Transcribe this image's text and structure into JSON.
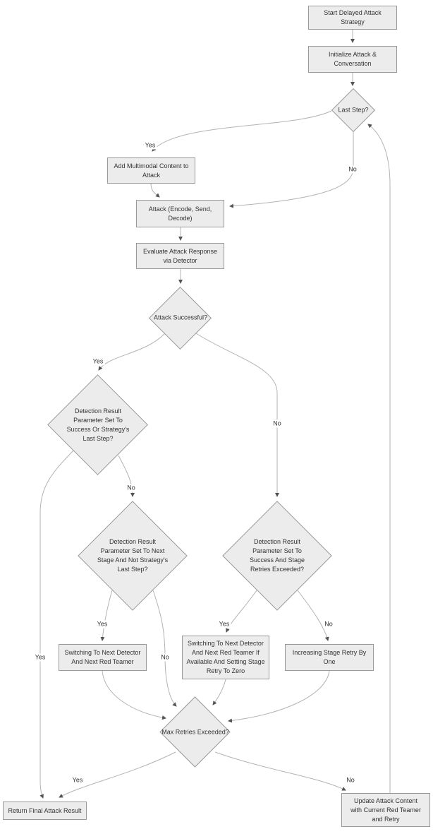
{
  "colors": {
    "background": "#ffffff",
    "node_fill": "#ececec",
    "node_border": "#999999",
    "edge_line": "#b3b3b3",
    "arrowhead": "#545454",
    "text": "#333333"
  },
  "nodes": {
    "start": {
      "label": "Start Delayed Attack Strategy",
      "type": "process"
    },
    "init": {
      "label": "Initialize Attack & Conversation",
      "type": "process"
    },
    "last_step": {
      "label": "Last Step?",
      "type": "decision"
    },
    "add_multimodal": {
      "label": "Add Multimodal Content to Attack",
      "type": "process"
    },
    "attack": {
      "label": "Attack (Encode, Send, Decode)",
      "type": "process"
    },
    "evaluate": {
      "label": "Evaluate Attack Response via Detector",
      "type": "process"
    },
    "attack_successful": {
      "label": "Attack Successful?",
      "type": "decision"
    },
    "det_success_or_last": {
      "label": "Detection Result Parameter Set To Success Or Strategy's Last Step?",
      "type": "decision"
    },
    "det_next_stage": {
      "label": "Detection Result Parameter Set To Next Stage And Not Strategy's Last Step?",
      "type": "decision"
    },
    "det_success_retries": {
      "label": "Detection Result Parameter Set To Success And Stage Retries Exceeded?",
      "type": "decision"
    },
    "switch_next": {
      "label": "Switching To Next Detector And Next Red Teamer",
      "type": "process"
    },
    "switch_next_if": {
      "label": "Switching To Next Detector And Next Red Teamer If Available And Setting Stage Retry To Zero",
      "type": "process"
    },
    "increase_retry": {
      "label": "Increasing Stage Retry By One",
      "type": "process"
    },
    "max_retries": {
      "label": "Max Retries Exceeded?",
      "type": "decision"
    },
    "return_final": {
      "label": "Return Final Attack Result",
      "type": "process"
    },
    "update_attack": {
      "label": "Update Attack Content with Current Red Teamer and Retry",
      "type": "process"
    }
  },
  "edge_labels": {
    "last_step_yes": "Yes",
    "last_step_no": "No",
    "attack_successful_yes": "Yes",
    "attack_successful_no": "No",
    "det_success_or_last_yes": "Yes",
    "det_success_or_last_no": "No",
    "det_next_stage_yes": "Yes",
    "det_next_stage_no": "No",
    "det_success_retries_yes": "Yes",
    "det_success_retries_no": "No",
    "max_retries_yes": "Yes",
    "max_retries_no": "No"
  }
}
